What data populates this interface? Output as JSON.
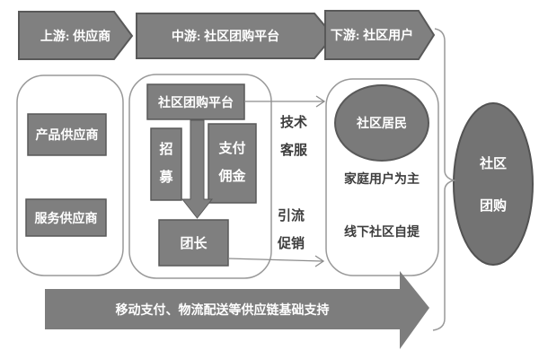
{
  "top_flow": {
    "upstream": "上游: 供应商",
    "midstream": "中游: 社区团购平台",
    "downstream": "下游: 社区用户"
  },
  "upstream_panel": {
    "product_supplier": "产品供应商",
    "service_supplier": "服务供应商"
  },
  "platform_panel": {
    "platform": "社区团购平台",
    "recruit": "招募",
    "pay_commission": "支付佣金",
    "group_leader": "团长"
  },
  "connectors": {
    "tech_support": "技术客服",
    "traffic_promotion": "引流促销"
  },
  "user_panel": {
    "residents": "社区居民",
    "household_users": "家庭用户为主",
    "offline_pickup": "线下社区自提"
  },
  "result": {
    "line1": "社区",
    "line2": "团购"
  },
  "foundation": {
    "label": "移动支付、物流配送等供应链基础支持"
  },
  "colors": {
    "shape_fill": "#7f7f7f",
    "shape_border": "#595959",
    "panel_border": "#999999",
    "result_fill": "#737373",
    "bottom_arrow_fill": "#7d7d7d",
    "text_on_fill": "#ffffff",
    "text_dark": "#3d3d3d"
  }
}
